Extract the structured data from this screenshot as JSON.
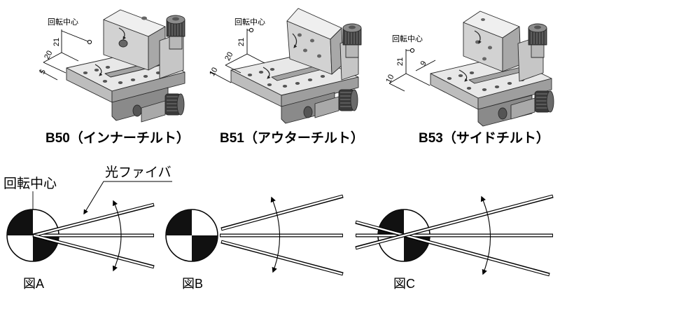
{
  "products": [
    {
      "caption": "B50（インナーチルト）",
      "center_label": "回転中心",
      "dims": [
        "21",
        "20",
        "5"
      ]
    },
    {
      "caption": "B51（アウターチルト）",
      "center_label": "回転中心",
      "dims": [
        "21",
        "20",
        "10"
      ]
    },
    {
      "caption": "B53（サイドチルト）",
      "center_label": "回転中心",
      "dims": [
        "21",
        "9",
        "10"
      ]
    }
  ],
  "legend": {
    "rotation_center": "回転中心",
    "optical_fiber": "光ファイバ"
  },
  "figures": [
    {
      "label": "図A"
    },
    {
      "label": "図B"
    },
    {
      "label": "図C"
    }
  ],
  "colors": {
    "ink": "#000000"
  }
}
